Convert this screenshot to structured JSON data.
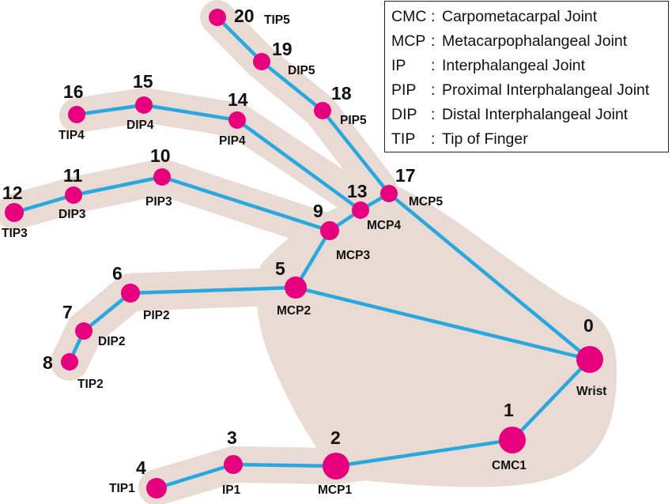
{
  "legend": [
    {
      "abbr": "CMC",
      "desc": "Carpometacarpal Joint"
    },
    {
      "abbr": "MCP",
      "desc": "Metacarpophalangeal Joint"
    },
    {
      "abbr": "IP",
      "desc": "Interphalangeal Joint"
    },
    {
      "abbr": "PIP",
      "desc": "Proximal Interphalangeal Joint"
    },
    {
      "abbr": "DIP",
      "desc": "Distal Interphalangeal Joint"
    },
    {
      "abbr": "TIP",
      "desc": "Tip of Finger"
    }
  ],
  "legend_separator": ":",
  "colors": {
    "joint": "#e6007e",
    "bone": "#29a8e0",
    "skin": "#e9dbd3",
    "skin_shadow": "#cdb6aa"
  },
  "landmarks": [
    {
      "id": "0",
      "label": "Wrist"
    },
    {
      "id": "1",
      "label": "CMC1"
    },
    {
      "id": "2",
      "label": "MCP1"
    },
    {
      "id": "3",
      "label": "IP1"
    },
    {
      "id": "4",
      "label": "TIP1"
    },
    {
      "id": "5",
      "label": "MCP2"
    },
    {
      "id": "6",
      "label": "PIP2"
    },
    {
      "id": "7",
      "label": "DIP2"
    },
    {
      "id": "8",
      "label": "TIP2"
    },
    {
      "id": "9",
      "label": "MCP3"
    },
    {
      "id": "10",
      "label": "PIP3"
    },
    {
      "id": "11",
      "label": "DIP3"
    },
    {
      "id": "12",
      "label": "TIP3"
    },
    {
      "id": "13",
      "label": "MCP4"
    },
    {
      "id": "14",
      "label": "PIP4"
    },
    {
      "id": "15",
      "label": "DIP4"
    },
    {
      "id": "16",
      "label": "TIP4"
    },
    {
      "id": "17",
      "label": "MCP5"
    },
    {
      "id": "18",
      "label": "PIP5"
    },
    {
      "id": "19",
      "label": "DIP5"
    },
    {
      "id": "20",
      "label": "TIP5"
    }
  ],
  "connections": [
    [
      "0",
      "1"
    ],
    [
      "1",
      "2"
    ],
    [
      "2",
      "3"
    ],
    [
      "3",
      "4"
    ],
    [
      "0",
      "5"
    ],
    [
      "5",
      "6"
    ],
    [
      "6",
      "7"
    ],
    [
      "7",
      "8"
    ],
    [
      "5",
      "9"
    ],
    [
      "9",
      "10"
    ],
    [
      "10",
      "11"
    ],
    [
      "11",
      "12"
    ],
    [
      "9",
      "13"
    ],
    [
      "13",
      "14"
    ],
    [
      "14",
      "15"
    ],
    [
      "15",
      "16"
    ],
    [
      "13",
      "17"
    ],
    [
      "0",
      "17"
    ],
    [
      "17",
      "18"
    ],
    [
      "18",
      "19"
    ],
    [
      "19",
      "20"
    ]
  ]
}
